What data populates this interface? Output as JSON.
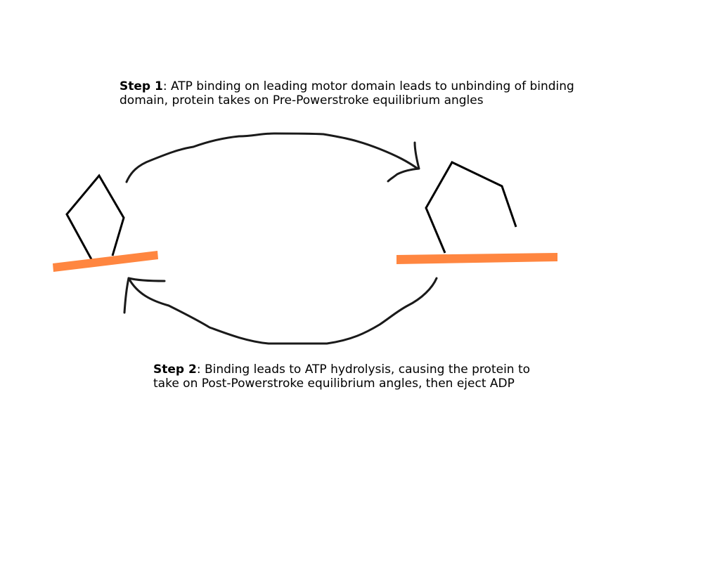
{
  "step1": {
    "label": "Step 1",
    "text": ": ATP binding on leading motor domain leads to unbinding of binding domain, protein takes on Pre-Powerstroke equilibrium angles"
  },
  "step2": {
    "label": "Step 2",
    "text": ": Binding leads to ATP hydrolysis, causing the protein to take on Post-Powerstroke equilibrium angles, then eject ADP"
  },
  "colors": {
    "filament": "#FF8640",
    "stroke": "#000000",
    "arrow": "#1a1a1a"
  }
}
